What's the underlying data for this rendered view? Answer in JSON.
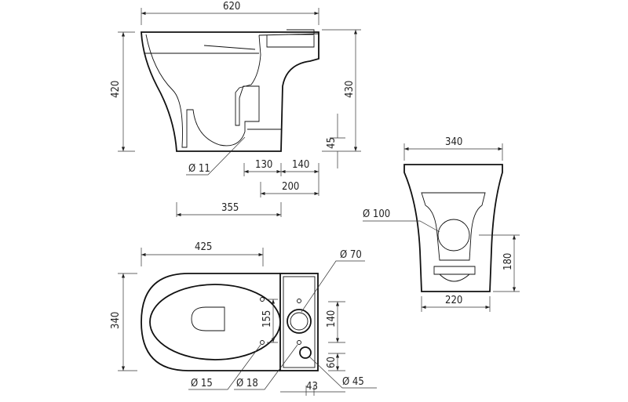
{
  "drawing": {
    "line_color": "#111111",
    "side_view": {
      "overall_length": "620",
      "height_rim": "420",
      "height_total": "430",
      "outlet_height": "45",
      "hole_diameter": "Ø 11",
      "dim_130": "130",
      "dim_140": "140",
      "dim_200": "200",
      "dim_355": "355"
    },
    "front_view": {
      "width_top": "340",
      "outlet_diameter": "Ø 100",
      "height_outlet": "180",
      "width_base": "220"
    },
    "top_view": {
      "length_bowl": "425",
      "width": "340",
      "fixing_spacing": "155",
      "cistern_spacing": "140",
      "cistern_offset": "60",
      "cistern_inlet": "Ø 70",
      "fixing_hole": "Ø 15",
      "cistern_hole": "Ø 18",
      "inlet_diameter": "Ø 45",
      "inlet_offset": "43"
    }
  }
}
